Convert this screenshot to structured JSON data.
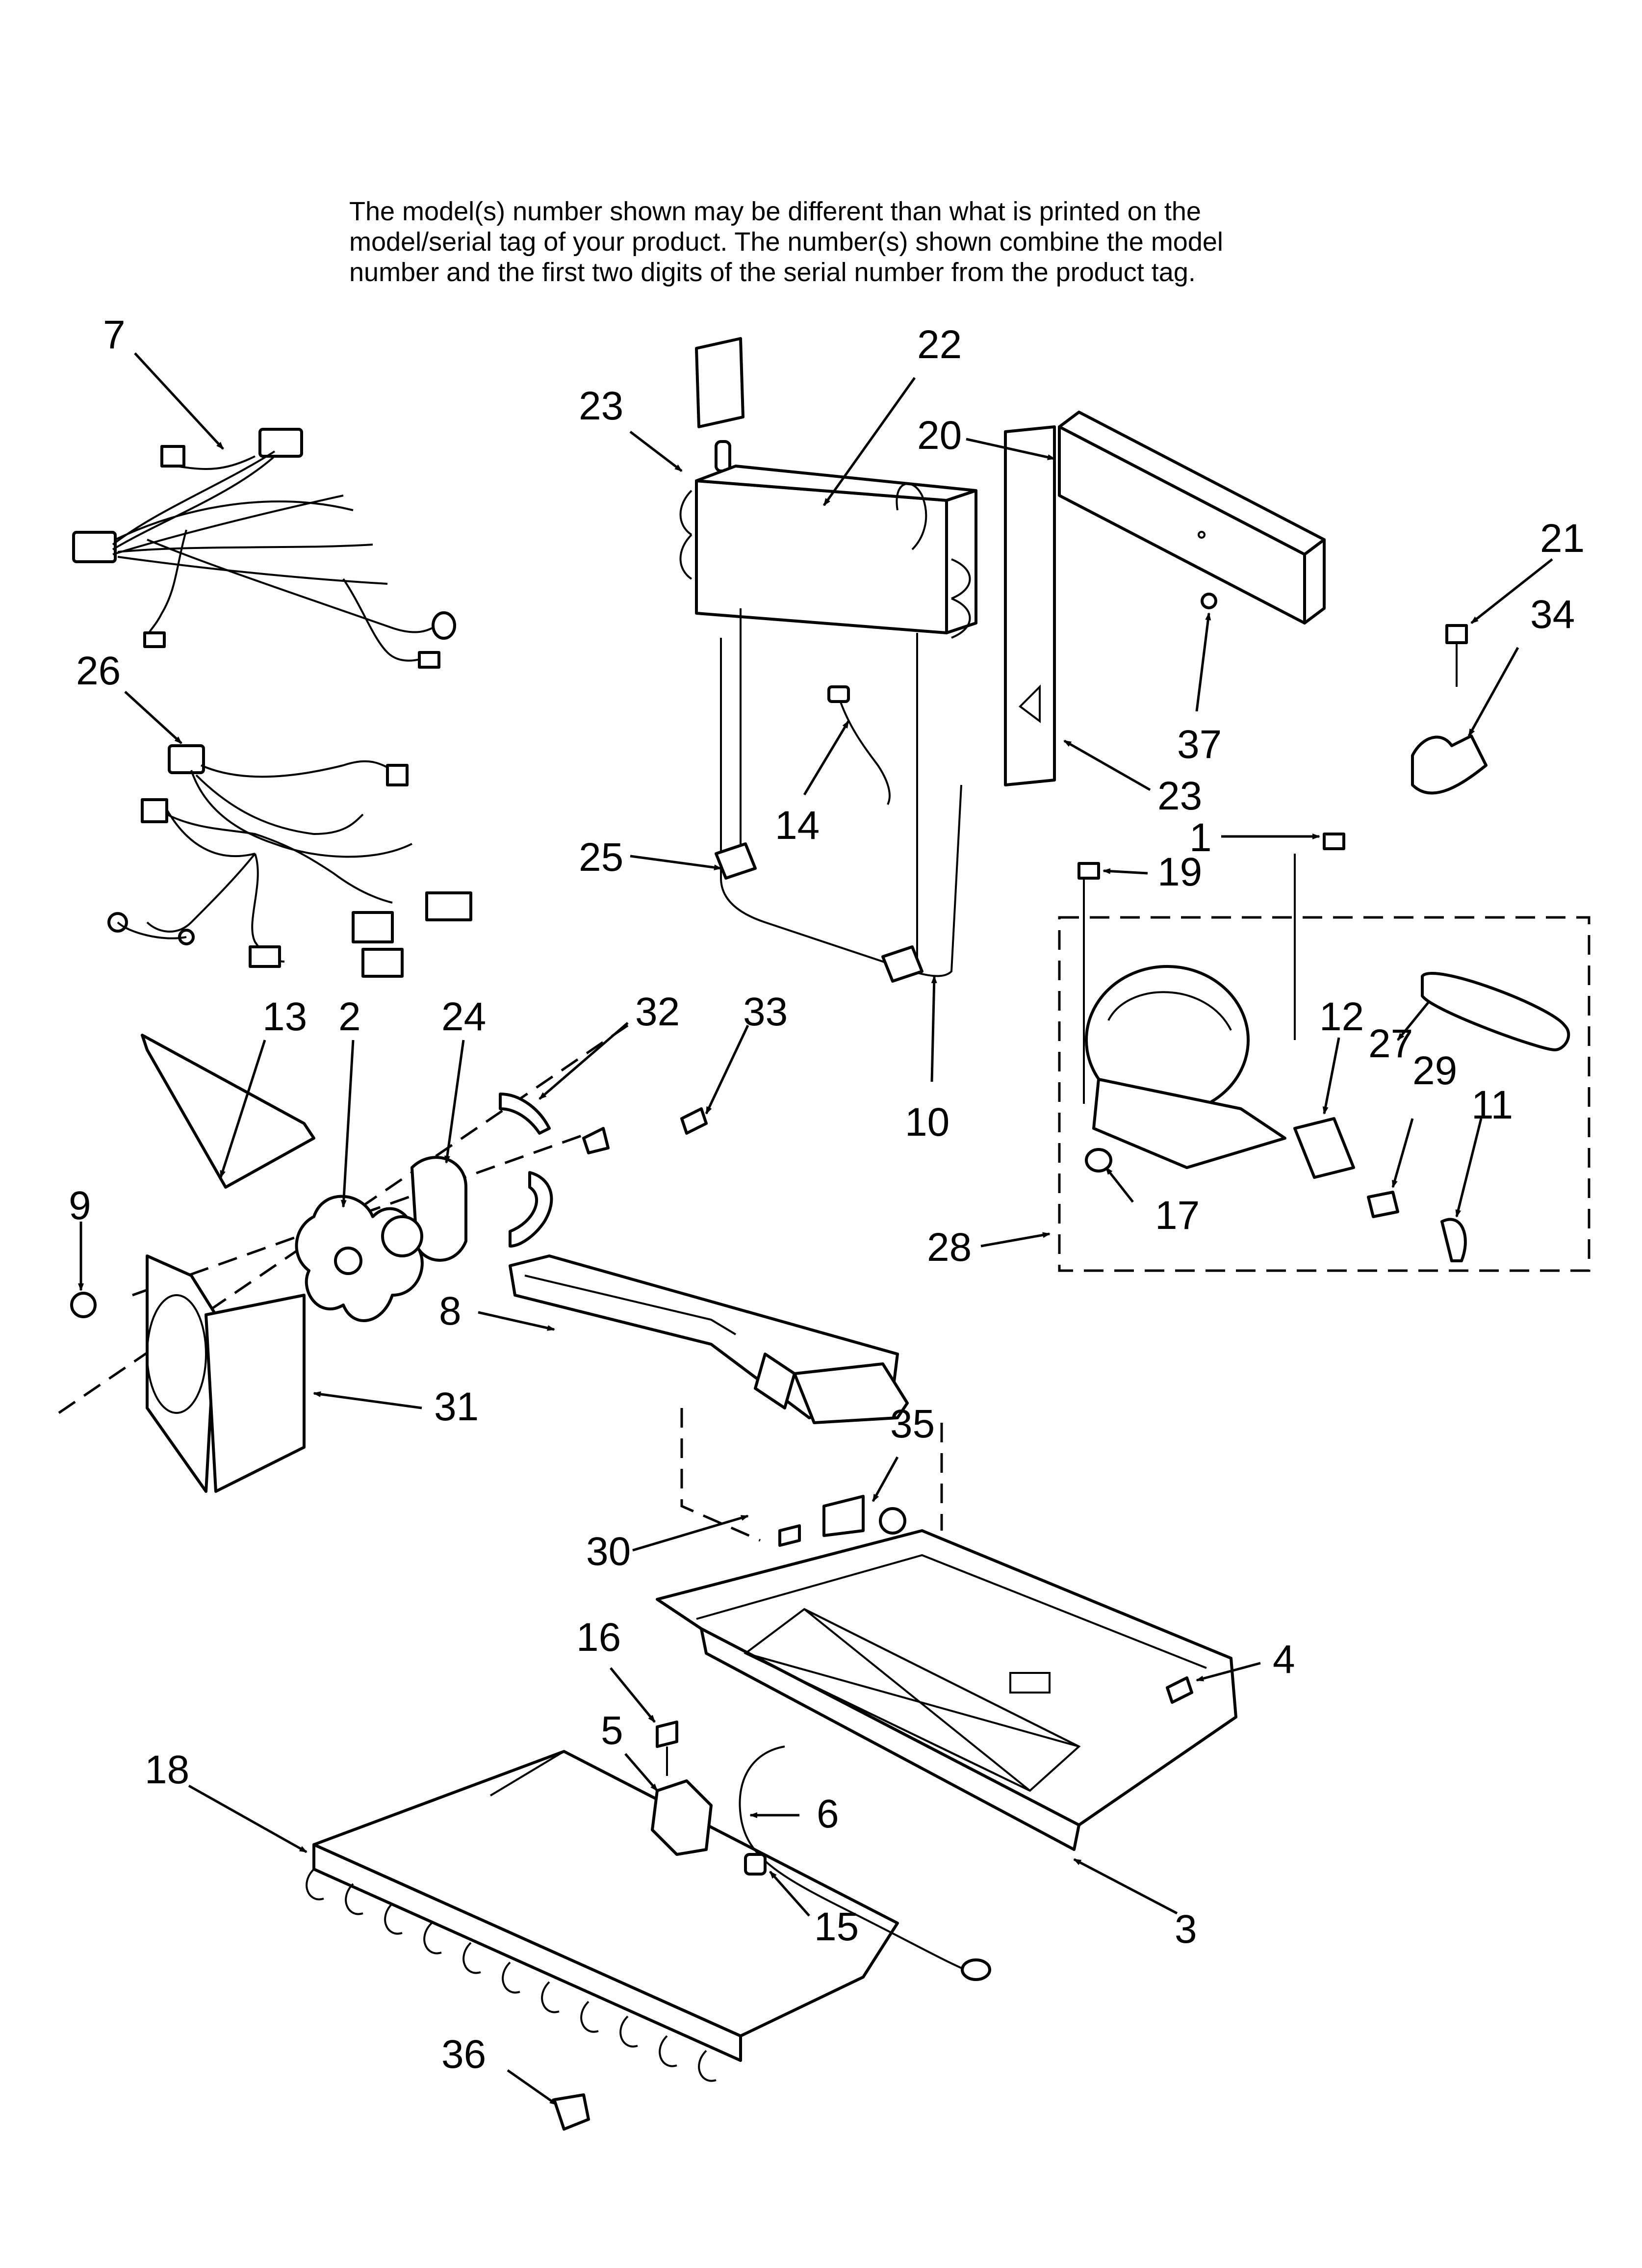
{
  "notice": {
    "lines": [
      "The model(s) number shown may be different than what is printed on the",
      "model/serial tag of your product. The number(s) shown combine the model",
      "number and the first two digits of the serial number from the product tag."
    ]
  },
  "callouts": [
    "7",
    "23",
    "22",
    "20",
    "21",
    "34",
    "26",
    "37",
    "23",
    "14",
    "1",
    "19",
    "25",
    "12",
    "27",
    "29",
    "11",
    "13",
    "2",
    "24",
    "32",
    "33",
    "9",
    "17",
    "10",
    "28",
    "8",
    "31",
    "35",
    "30",
    "16",
    "4",
    "5",
    "6",
    "18",
    "15",
    "3",
    "36"
  ]
}
